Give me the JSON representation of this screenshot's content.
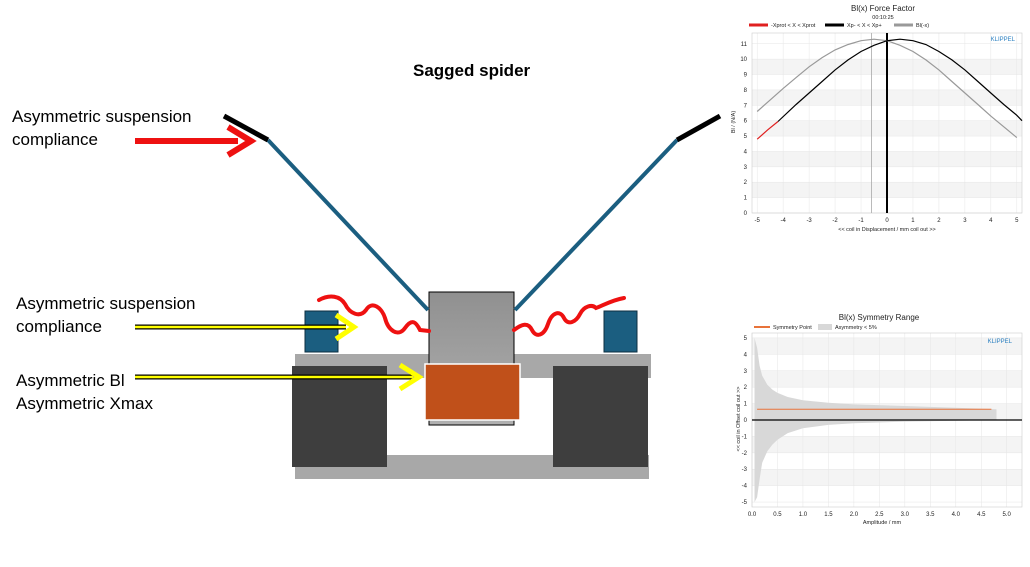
{
  "diagram": {
    "title": "Sagged spider",
    "label_top": "Asymmetric suspension\ncompliance",
    "label_middle": "Asymmetric suspension\ncompliance",
    "label_bottom": "Asymmetric Bl\nAsymmetric Xmax",
    "colors": {
      "cone": "#1b5e80",
      "surround": "#000000",
      "spider": "#ee1111",
      "magnet": "#3e3e3e",
      "plate": "#a8a8a8",
      "coil": "#c0501a",
      "arrow_red": "#ee1111",
      "arrow_yellow": "#ffff00"
    }
  },
  "chart_bl": {
    "title": "Bl(x) Force Factor",
    "subtitle": "00:10:25",
    "brand": "KLIPPEL",
    "xlabel": "<< coil in Displacement / mm coil out >>",
    "ylabel": "Bl / (N/A)",
    "legend": [
      "-Xprot < X < Xprot",
      "Xp- < X < Xp+",
      "Bl(-x)"
    ]
  },
  "chart_sym": {
    "title": "Bl(x) Symmetry Range",
    "brand": "KLIPPEL",
    "xlabel": "Amplitude / mm",
    "ylabel": "<< coil in Offset coil out >>",
    "legend": [
      "Symmetry Point",
      "Asymmetry < 5%"
    ]
  },
  "chart_data": [
    {
      "type": "line",
      "title": "Bl(x) Force Factor",
      "xlabel": "<< coil in Displacement / mm coil out >>",
      "ylabel": "Bl / (N/A)",
      "xlim": [
        -5.2,
        5.2
      ],
      "ylim": [
        0,
        11.7
      ],
      "xticks": [
        -5,
        -4,
        -3,
        -2,
        -1,
        0,
        1,
        2,
        3,
        4,
        5
      ],
      "yticks": [
        0,
        1,
        2,
        3,
        4,
        5,
        6,
        7,
        8,
        9,
        10,
        11
      ],
      "grid": true,
      "legend_position": "top",
      "series": [
        {
          "name": "-Xprot < X < Xprot",
          "color": "#e02020",
          "x": [
            -5.0,
            -4.6,
            -4.2
          ],
          "y": [
            4.8,
            5.4,
            5.95
          ]
        },
        {
          "name": "Xp- < X < Xp+",
          "color": "#000000",
          "x": [
            -4.2,
            -3.5,
            -3.0,
            -2.5,
            -2.0,
            -1.5,
            -1.0,
            -0.5,
            0.0,
            0.5,
            1.0,
            1.5,
            2.0,
            2.5,
            3.0,
            3.5,
            4.0,
            4.5,
            5.0,
            5.2
          ],
          "y": [
            5.95,
            7.05,
            7.8,
            8.55,
            9.3,
            9.95,
            10.5,
            10.9,
            11.2,
            11.3,
            11.2,
            10.95,
            10.5,
            9.95,
            9.3,
            8.55,
            7.8,
            7.05,
            6.35,
            6.0
          ]
        },
        {
          "name": "Bl(-x)",
          "color": "#999999",
          "x": [
            -5.0,
            -4.5,
            -4.0,
            -3.5,
            -3.0,
            -2.5,
            -2.0,
            -1.5,
            -1.0,
            -0.5,
            0.0,
            0.5,
            1.0,
            1.5,
            2.0,
            2.5,
            3.0,
            3.5,
            4.0,
            4.5,
            5.0
          ],
          "y": [
            6.6,
            7.35,
            8.1,
            8.8,
            9.5,
            10.1,
            10.6,
            10.95,
            11.2,
            11.3,
            11.2,
            10.9,
            10.5,
            9.95,
            9.3,
            8.55,
            7.8,
            7.05,
            6.3,
            5.6,
            4.9
          ]
        }
      ],
      "vlines": [
        {
          "x": 0.0,
          "color": "#000000"
        },
        {
          "x": -0.6,
          "color": "#aaaaaa"
        }
      ]
    },
    {
      "type": "area",
      "title": "Bl(x) Symmetry Range",
      "xlabel": "Amplitude / mm",
      "ylabel": "<< coil in Offset coil out >>",
      "xlim": [
        0,
        5.3
      ],
      "ylim": [
        -5.3,
        5.3
      ],
      "xticks": [
        0.0,
        0.5,
        1.0,
        1.5,
        2.0,
        2.5,
        3.0,
        3.5,
        4.0,
        4.5,
        5.0
      ],
      "yticks": [
        -5,
        -4,
        -3,
        -2,
        -1,
        0,
        1,
        2,
        3,
        4,
        5
      ],
      "grid": true,
      "legend_position": "top",
      "series": [
        {
          "name": "Symmetry Point",
          "color": "#e8733a",
          "x": [
            0.1,
            4.7
          ],
          "y": [
            0.65,
            0.65
          ]
        },
        {
          "name": "Asymmetry < 5%",
          "color": "#d8d8d8",
          "x": [
            0.05,
            0.1,
            0.15,
            0.2,
            0.3,
            0.4,
            0.5,
            0.7,
            1.0,
            1.5,
            2.0,
            3.0,
            4.0,
            4.8
          ],
          "upper": [
            5.0,
            4.4,
            3.3,
            2.7,
            2.15,
            1.85,
            1.65,
            1.4,
            1.2,
            1.05,
            0.95,
            0.85,
            0.75,
            0.65
          ],
          "lower": [
            -5.0,
            -4.7,
            -3.6,
            -2.6,
            -1.9,
            -1.5,
            -1.2,
            -0.8,
            -0.5,
            -0.3,
            -0.2,
            -0.1,
            -0.05,
            0.0
          ]
        }
      ],
      "hlines": [
        {
          "y": 0,
          "color": "#000000"
        }
      ]
    }
  ]
}
